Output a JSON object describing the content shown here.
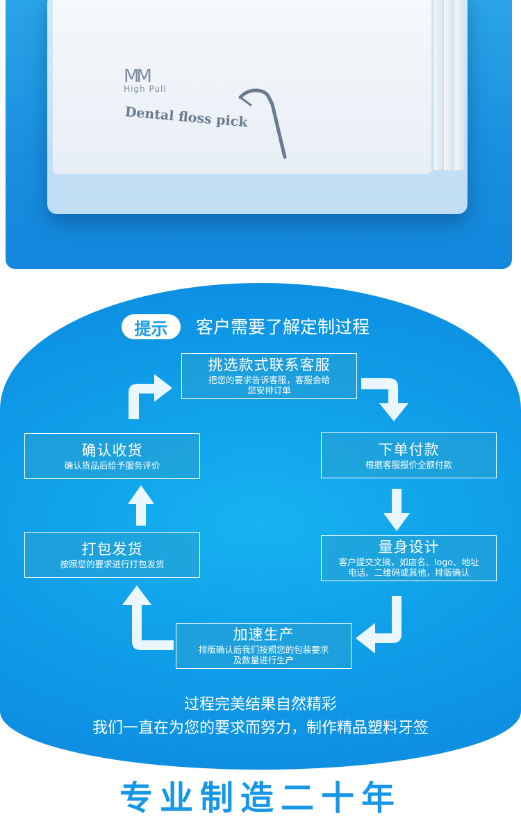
{
  "product": {
    "logo_mark": "MM",
    "brand": "High Pull",
    "product_name": "Dental floss pick"
  },
  "process": {
    "tip_label": "提示",
    "tip_text": "客户需要了解定制过程",
    "steps": [
      {
        "title": "挑选款式联系客服",
        "desc": "把您的要求告诉客服，客服会给\n您安排订单"
      },
      {
        "title": "下单付款",
        "desc": "根据客服报价全额付款"
      },
      {
        "title": "量身设计",
        "desc": "客户提交文搞，如店名、logo、地址\n电话、二维码或其他，排版确认"
      },
      {
        "title": "加速生产",
        "desc": "排版确认后我们按照您的包装要求\n及数量进行生产"
      },
      {
        "title": "打包发货",
        "desc": "按照您的要求进行打包发货"
      },
      {
        "title": "确认收货",
        "desc": "确认货品后给予服务评价"
      }
    ],
    "footer_line1": "过程完美结果自然精彩",
    "footer_line2": "我们一直在为您的要求而努力，制作精品塑料牙签"
  },
  "next_section_title": "专业制造二十年",
  "colors": {
    "accent_blue": "#1596e6",
    "panel_blue": "#0f9de8",
    "white": "#ffffff"
  }
}
